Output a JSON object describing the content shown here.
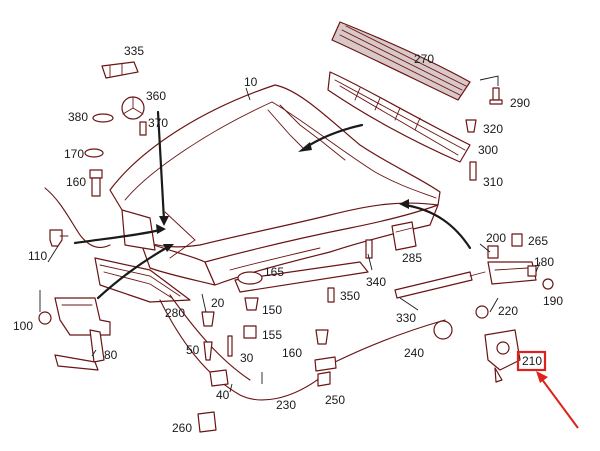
{
  "diagram": {
    "highlight_color": "#e0201a",
    "line_color": "#6b1414",
    "highlighted_part": "210",
    "callouts": [
      {
        "id": "335",
        "label": "335"
      },
      {
        "id": "270",
        "label": "270"
      },
      {
        "id": "290",
        "label": "290"
      },
      {
        "id": "10",
        "label": "10"
      },
      {
        "id": "360",
        "label": "360"
      },
      {
        "id": "380",
        "label": "380"
      },
      {
        "id": "370",
        "label": "370"
      },
      {
        "id": "320",
        "label": "320"
      },
      {
        "id": "300",
        "label": "300"
      },
      {
        "id": "170",
        "label": "170"
      },
      {
        "id": "310",
        "label": "310"
      },
      {
        "id": "160a",
        "label": "160"
      },
      {
        "id": "110",
        "label": "110"
      },
      {
        "id": "200",
        "label": "200"
      },
      {
        "id": "265",
        "label": "265"
      },
      {
        "id": "285",
        "label": "285"
      },
      {
        "id": "180",
        "label": "180"
      },
      {
        "id": "165",
        "label": "165"
      },
      {
        "id": "340",
        "label": "340"
      },
      {
        "id": "190",
        "label": "190"
      },
      {
        "id": "350",
        "label": "350"
      },
      {
        "id": "20",
        "label": "20"
      },
      {
        "id": "150",
        "label": "150"
      },
      {
        "id": "220",
        "label": "220"
      },
      {
        "id": "280",
        "label": "280"
      },
      {
        "id": "330",
        "label": "330"
      },
      {
        "id": "100",
        "label": "100"
      },
      {
        "id": "155",
        "label": "155"
      },
      {
        "id": "50",
        "label": "50"
      },
      {
        "id": "30",
        "label": "30"
      },
      {
        "id": "160b",
        "label": "160"
      },
      {
        "id": "240",
        "label": "240"
      },
      {
        "id": "80",
        "label": "80"
      },
      {
        "id": "210",
        "label": "210"
      },
      {
        "id": "40",
        "label": "40"
      },
      {
        "id": "230",
        "label": "230"
      },
      {
        "id": "250",
        "label": "250"
      },
      {
        "id": "260",
        "label": "260"
      }
    ]
  }
}
